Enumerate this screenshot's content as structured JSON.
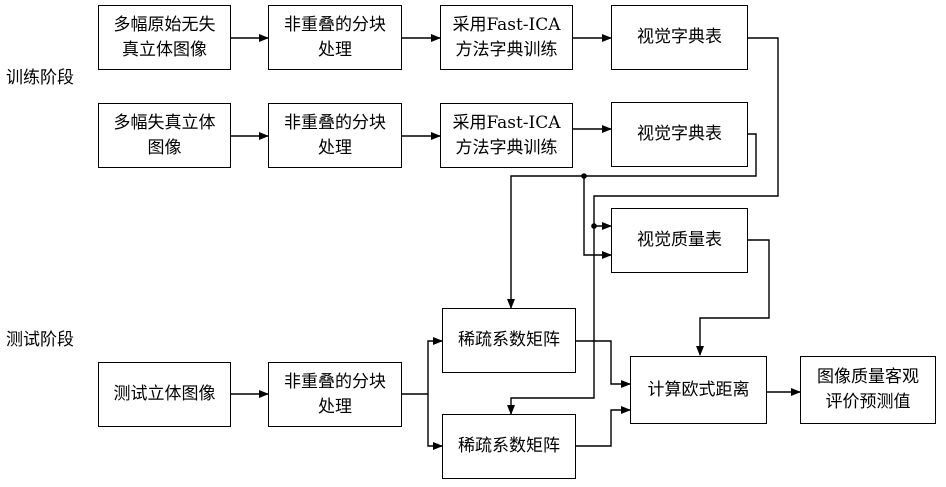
{
  "stages": {
    "training": "训练阶段",
    "testing": "测试阶段"
  },
  "nodes": {
    "orig_images": "多幅原始无失\n真立体图像",
    "dist_images": "多幅失真立体\n图像",
    "test_image": "测试立体图像",
    "block_1": "非重叠的分块\n处理",
    "block_2": "非重叠的分块\n处理",
    "block_3": "非重叠的分块\n处理",
    "fastica_1": "采用Fast-ICA\n方法字典训练",
    "fastica_2": "采用Fast-ICA\n方法字典训练",
    "dict_1": "视觉字典表",
    "dict_2": "视觉字典表",
    "quality_table": "视觉质量表",
    "sparse_1": "稀疏系数矩阵",
    "sparse_2": "稀疏系数矩阵",
    "euclid": "计算欧式距离",
    "result": "图像质量客观\n评价预测值"
  }
}
